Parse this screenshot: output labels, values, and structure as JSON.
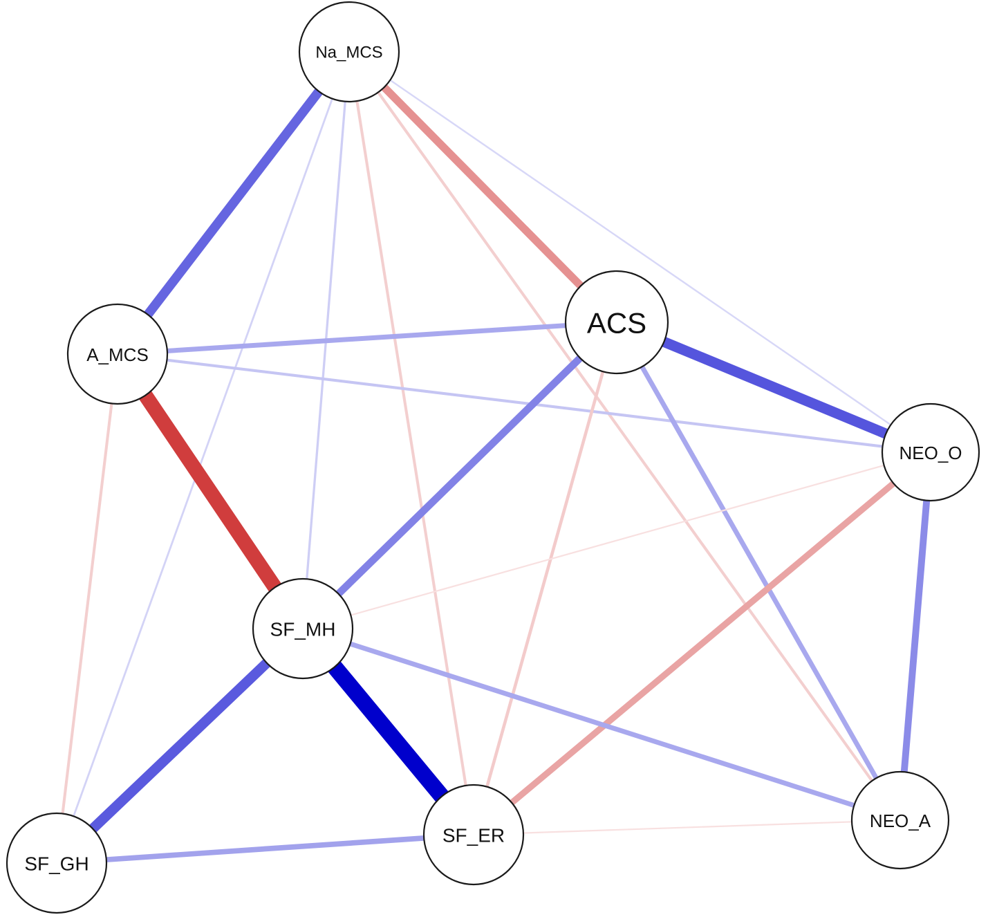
{
  "graph": {
    "colors": {
      "positive": "#0000cc",
      "negative": "#cc2a2a"
    },
    "nodes": [
      {
        "id": "Na_MCS",
        "label": "Na_MCS"
      },
      {
        "id": "A_MCS",
        "label": "A_MCS"
      },
      {
        "id": "ACS",
        "label": "ACS"
      },
      {
        "id": "NEO_O",
        "label": "NEO_O"
      },
      {
        "id": "SF_MH",
        "label": "SF_MH"
      },
      {
        "id": "SF_GH",
        "label": "SF_GH"
      },
      {
        "id": "SF_ER",
        "label": "SF_ER"
      },
      {
        "id": "NEO_A",
        "label": "NEO_A"
      }
    ],
    "edges": [
      {
        "source": "Na_MCS",
        "target": "A_MCS",
        "sign": "positive",
        "strength": 0.55
      },
      {
        "source": "Na_MCS",
        "target": "ACS",
        "sign": "negative",
        "strength": 0.45
      },
      {
        "source": "Na_MCS",
        "target": "NEO_O",
        "sign": "positive",
        "strength": 0.04
      },
      {
        "source": "Na_MCS",
        "target": "SF_MH",
        "sign": "positive",
        "strength": 0.08
      },
      {
        "source": "Na_MCS",
        "target": "SF_GH",
        "sign": "positive",
        "strength": 0.06
      },
      {
        "source": "Na_MCS",
        "target": "SF_ER",
        "sign": "negative",
        "strength": 0.12
      },
      {
        "source": "Na_MCS",
        "target": "NEO_A",
        "sign": "negative",
        "strength": 0.12
      },
      {
        "source": "A_MCS",
        "target": "ACS",
        "sign": "positive",
        "strength": 0.25
      },
      {
        "source": "A_MCS",
        "target": "NEO_O",
        "sign": "positive",
        "strength": 0.12
      },
      {
        "source": "A_MCS",
        "target": "SF_MH",
        "sign": "negative",
        "strength": 0.9
      },
      {
        "source": "A_MCS",
        "target": "SF_GH",
        "sign": "negative",
        "strength": 0.12
      },
      {
        "source": "ACS",
        "target": "NEO_O",
        "sign": "positive",
        "strength": 0.62
      },
      {
        "source": "ACS",
        "target": "SF_MH",
        "sign": "positive",
        "strength": 0.42
      },
      {
        "source": "ACS",
        "target": "SF_ER",
        "sign": "negative",
        "strength": 0.14
      },
      {
        "source": "ACS",
        "target": "NEO_A",
        "sign": "positive",
        "strength": 0.25
      },
      {
        "source": "NEO_O",
        "target": "SF_ER",
        "sign": "negative",
        "strength": 0.35
      },
      {
        "source": "NEO_O",
        "target": "NEO_A",
        "sign": "positive",
        "strength": 0.38
      },
      {
        "source": "NEO_O",
        "target": "SF_MH",
        "sign": "negative",
        "strength": 0.03
      },
      {
        "source": "SF_MH",
        "target": "SF_ER",
        "sign": "positive",
        "strength": 1.0
      },
      {
        "source": "SF_MH",
        "target": "SF_GH",
        "sign": "positive",
        "strength": 0.6
      },
      {
        "source": "SF_MH",
        "target": "NEO_A",
        "sign": "positive",
        "strength": 0.25
      },
      {
        "source": "SF_GH",
        "target": "SF_ER",
        "sign": "positive",
        "strength": 0.28
      },
      {
        "source": "SF_ER",
        "target": "NEO_A",
        "sign": "negative",
        "strength": 0.03
      }
    ]
  }
}
